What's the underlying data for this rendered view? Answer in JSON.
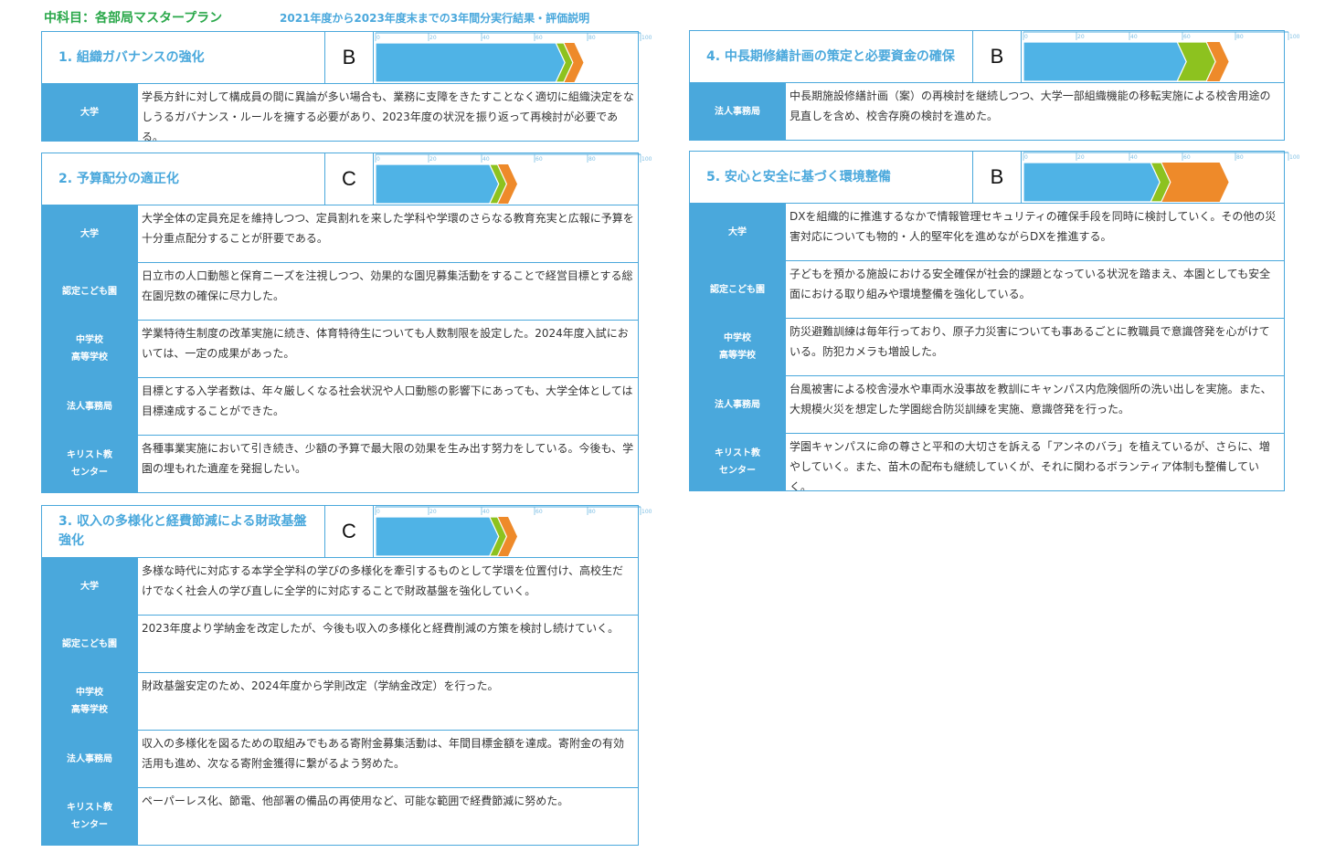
{
  "page": {
    "title": "中科目：各部局マスタープラン",
    "subtitle": "2021年度から2023年度末までの3年間分実行結果・評価説明"
  },
  "colors": {
    "accent": "#4aa8dc",
    "title_green": "#2aa84a",
    "bar_blue": "#4fb3e6",
    "bar_green": "#8dc21f",
    "bar_orange": "#ee8a2a"
  },
  "scale_ticks": [
    "0",
    "20",
    "40",
    "60",
    "80",
    "100"
  ],
  "sections": [
    {
      "title": "1.  組織ガバナンスの強化",
      "grade": "B",
      "progress": {
        "blue": 68,
        "green": 3,
        "orange": 4
      },
      "rows": [
        {
          "label": "大学",
          "text": "学長方針に対して構成員の間に異論が多い場合も、業務に支障をきたすことなく適切に組織決定をなしうるガバナンス・ルールを擁する必要があり、2023年度の状況を振り返って再検討が必要である。"
        }
      ]
    },
    {
      "title": "2.  予算配分の適正化",
      "grade": "C",
      "progress": {
        "blue": 43,
        "green": 3,
        "orange": 4
      },
      "rows": [
        {
          "label": "大学",
          "text": "大学全体の定員充足を維持しつつ、定員割れを来した学科や学環のさらなる教育充実と広報に予算を十分重点配分することが肝要である。"
        },
        {
          "label": "認定こども園",
          "text": "日立市の人口動態と保育ニーズを注視しつつ、効果的な園児募集活動をすることで経営目標とする総在園児数の確保に尽力した。"
        },
        {
          "label": "中学校\n高等学校",
          "text": "学業特待生制度の改革実施に続き、体育特待生についても人数制限を設定した。2024年度入試においては、一定の成果があった。"
        },
        {
          "label": "法人事務局",
          "text": "目標とする入学者数は、年々厳しくなる社会状況や人口動態の影響下にあっても、大学全体としては目標達成することができた。"
        },
        {
          "label": "キリスト教\nセンター",
          "text": "各種事業実施において引き続き、少額の予算で最大限の効果を生み出す努力をしている。今後も、学園の埋もれた遺産を発掘したい。"
        }
      ]
    },
    {
      "title": "3.  収入の多様化と経費節減による財政基盤強化",
      "grade": "C",
      "progress": {
        "blue": 43,
        "green": 3,
        "orange": 4
      },
      "rows": [
        {
          "label": "大学",
          "text": "多様な時代に対応する本学全学科の学びの多様化を牽引するものとして学環を位置付け、高校生だけでなく社会人の学び直しに全学的に対応することで財政基盤を強化していく。"
        },
        {
          "label": "認定こども園",
          "text": "2023年度より学納金を改定したが、今後も収入の多様化と経費削減の方策を検討し続けていく。"
        },
        {
          "label": "中学校\n高等学校",
          "text": "財政基盤安定のため、2024年度から学則改定（学納金改定）を行った。"
        },
        {
          "label": "法人事務局",
          "text": "収入の多様化を図るための取組みでもある寄附金募集活動は、年間目標金額を達成。寄附金の有効活用も進め、次なる寄附金獲得に繋がるよう努めた。"
        },
        {
          "label": "キリスト教\nセンター",
          "text": "ペーパーレス化、節電、他部署の備品の再使用など、可能な範囲で経費節減に努めた。"
        }
      ]
    },
    {
      "title": "4.  中長期修繕計画の策定と必要資金の確保",
      "grade": "B",
      "progress": {
        "blue": 58,
        "green": 11,
        "orange": 5
      },
      "rows": [
        {
          "label": "法人事務局",
          "text": "中長期施設修繕計画（案）の再検討を継続しつつ、大学一部組織機能の移転実施による校舎用途の見直しを含め、校舎存廃の検討を進めた。"
        }
      ]
    },
    {
      "title": "5.  安心と安全に基づく環境整備",
      "grade": "B",
      "progress": {
        "blue": 48,
        "green": 4,
        "orange": 22
      },
      "rows": [
        {
          "label": "大学",
          "text": "DXを組織的に推進するなかで情報管理セキュリティの確保手段を同時に検討していく。その他の災害対応についても物的・人的堅牢化を進めながらDXを推進する。"
        },
        {
          "label": "認定こども園",
          "text": "子どもを預かる施設における安全確保が社会的課題となっている状況を踏まえ、本園としても安全面における取り組みや環境整備を強化している。"
        },
        {
          "label": "中学校\n高等学校",
          "text": "防災避難訓練は毎年行っており、原子力災害についても事あるごとに教職員で意識啓発を心がけている。防犯カメラも増設した。"
        },
        {
          "label": "法人事務局",
          "text": "台風被害による校舎浸水や車両水没事故を教訓にキャンパス内危険個所の洗い出しを実施。また、大規模火災を想定した学園総合防災訓練を実施、意識啓発を行った。"
        },
        {
          "label": "キリスト教\nセンター",
          "text": "学園キャンパスに命の尊さと平和の大切さを訴える「アンネのバラ」を植えているが、さらに、増やしていく。また、苗木の配布も継続していくが、それに関わるボランティア体制も整備していく。"
        }
      ]
    }
  ]
}
